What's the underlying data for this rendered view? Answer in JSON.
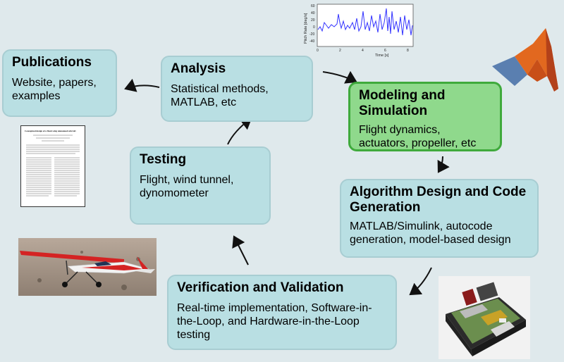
{
  "boxes": {
    "publications": {
      "title": "Publications",
      "body": "Website, papers, examples"
    },
    "analysis": {
      "title": "Analysis",
      "body": "Statistical methods, MATLAB, etc"
    },
    "modeling": {
      "title": "Modeling and Simulation",
      "body": "Flight dynamics, actuators, propeller, etc"
    },
    "testing": {
      "title": "Testing",
      "body": "Flight, wind tunnel, dynomometer"
    },
    "algorithm": {
      "title": "Algorithm Design and Code Generation",
      "body": "MATLAB/Simulink, autocode generation, model-based design"
    },
    "verification": {
      "title": "Verification and Validation",
      "body": "Real-time implementation, Software-in-the-Loop, and Hardware-in-the-Loop testing"
    }
  },
  "plot": {
    "ylabel": "Pitch Rate [deg/s]",
    "xlabel": "Time [s]",
    "yticks": [
      "60",
      "40",
      "20",
      "0",
      "-20",
      "-40"
    ],
    "xticks": [
      "0",
      "2",
      "4",
      "6",
      "8"
    ],
    "line_color": "#3333ff"
  },
  "paper": {
    "title": "Conceptual design of a fixed-wing unmanned aircraft"
  },
  "colors": {
    "box_fill": "#b9dfe3",
    "highlight_fill": "#8fd98c",
    "highlight_border": "#3faa3c"
  }
}
